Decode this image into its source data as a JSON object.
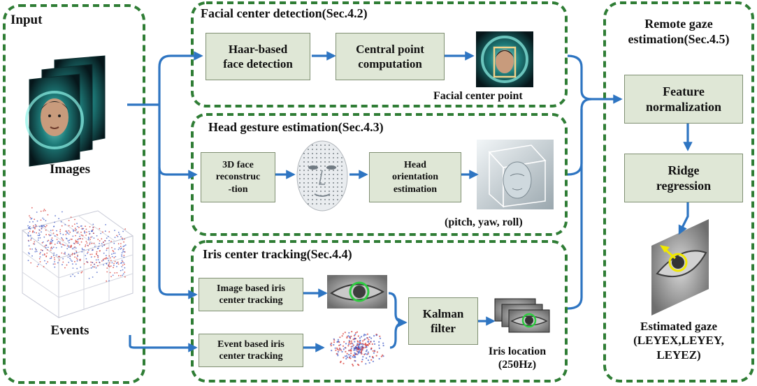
{
  "colors": {
    "panel_border": "#2f7d35",
    "box_fill": "#dfe7d6",
    "box_border": "#7f8f72",
    "arrow": "#2e75c2",
    "iris_ring": "#2ecc40",
    "face_box": "#f2d28a",
    "gaze_ring": "#f0e800"
  },
  "input_panel": {
    "title": "Input",
    "images_label": "Images",
    "events_label": "Events",
    "images_icon": "stacked-face-frames",
    "events_icon": "3d-event-cloud"
  },
  "facial_panel": {
    "title": "Facial center detection(Sec.4.2)",
    "haar_box": "Haar-based\nface detection",
    "central_box": "Central point\ncomputation",
    "result_caption": "Facial center point",
    "result_icon": "face-with-bounding-box"
  },
  "head_panel": {
    "title": "Head gesture estimation(Sec.4.3)",
    "recon_box": "3D face\nreconstruc\n-tion",
    "orient_box": "Head\norientation\nestimation",
    "result_caption": "(pitch, yaw, roll)",
    "mesh_icon": "face-mesh",
    "cube_icon": "head-in-cube"
  },
  "iris_panel": {
    "title": "Iris center tracking(Sec.4.4)",
    "image_box": "Image based iris\ncenter tracking",
    "event_box": "Event based iris\ncenter tracking",
    "kalman_box": "Kalman\nfilter",
    "result_caption": "Iris location\n(250Hz)",
    "eye_icon": "eye-with-iris-circle",
    "event_eye_icon": "event-eye-image",
    "stack_icon": "stacked-eye-frames"
  },
  "remote_panel": {
    "title": "Remote gaze\nestimation(Sec.4.5)",
    "feature_box": "Feature\nnormalization",
    "ridge_box": "Ridge\nregression",
    "result_caption": "Estimated gaze\n(LEYEX,LEYEY,\nLEYEZ)",
    "gaze_icon": "eye-with-gaze-arrow"
  }
}
